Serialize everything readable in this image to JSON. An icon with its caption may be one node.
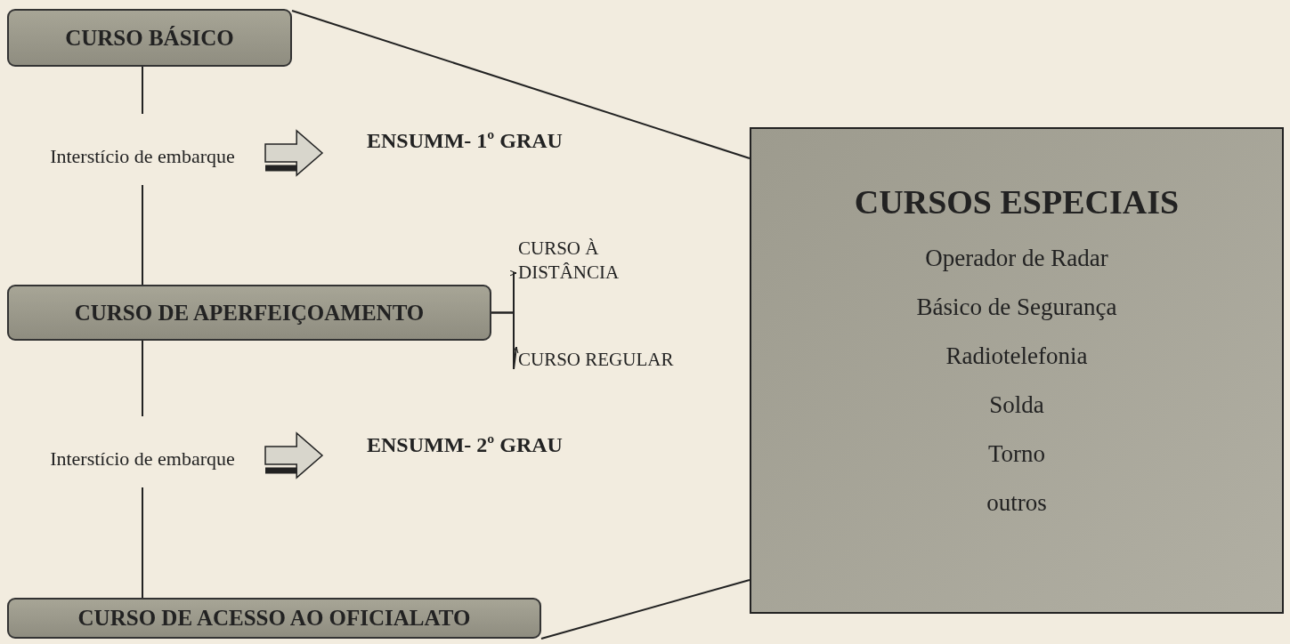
{
  "diagram": {
    "nodes": [
      {
        "text": [
          "CURSO BÁSICO"
        ]
      },
      {
        "text": [
          "Interstício de embarque"
        ]
      },
      {
        "text": [
          "ENSUMM- 1º GRAU"
        ]
      },
      {
        "text": [
          "CURSO DE APERFEIÇOAMENTO"
        ]
      },
      {
        "text": [
          "CURSO À DISTÂNCIA"
        ]
      },
      {
        "text": [
          "CURSO REGULAR"
        ]
      },
      {
        "text": [
          "Interstício de embarque"
        ]
      },
      {
        "text": [
          "ENSUMM- 2º GRAU"
        ]
      },
      {
        "text": [
          "CURSO DE ACESSO AO OFICIALATO"
        ]
      },
      {
        "text": [
          "CURSOS ESPECIAIS",
          "Operador de Radar",
          "Básico de Segurança",
          "Radiotelefonia",
          "Solda",
          "Torno",
          "outros"
        ]
      }
    ],
    "edges": [
      {
        "from": 0,
        "to": 1,
        "arrow": "none"
      },
      {
        "from": 1,
        "to": 3,
        "arrow": "none"
      },
      {
        "from": 1,
        "to": 2,
        "arrow": "to",
        "style": "thick"
      },
      {
        "from": 3,
        "to": 4,
        "arrow": "to"
      },
      {
        "from": 3,
        "to": 5,
        "arrow": "to"
      },
      {
        "from": 3,
        "to": 6,
        "arrow": "none"
      },
      {
        "from": 6,
        "to": 7,
        "arrow": "to",
        "style": "thick"
      },
      {
        "from": 6,
        "to": 8,
        "arrow": "none"
      },
      {
        "from": 0,
        "to": 9,
        "arrow": "none"
      },
      {
        "from": 8,
        "to": 9,
        "arrow": "none"
      }
    ]
  }
}
